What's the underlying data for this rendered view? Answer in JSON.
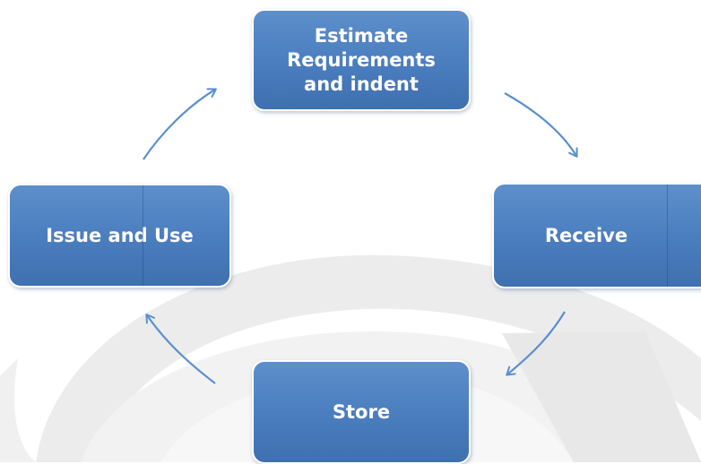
{
  "diagram": {
    "nodes": {
      "estimate": "Estimate\nRequirements\nand indent",
      "receive": "Receive",
      "store": "Store",
      "issue": "Issue and Use"
    },
    "colors": {
      "box_fill": "#4f81bd",
      "box_border": "#ffffff",
      "arrow": "#5b8fcf",
      "background_swirl": "#d9d9d9"
    },
    "icons": [
      "cycle-arrow-watermark",
      "flow-arrow"
    ]
  }
}
